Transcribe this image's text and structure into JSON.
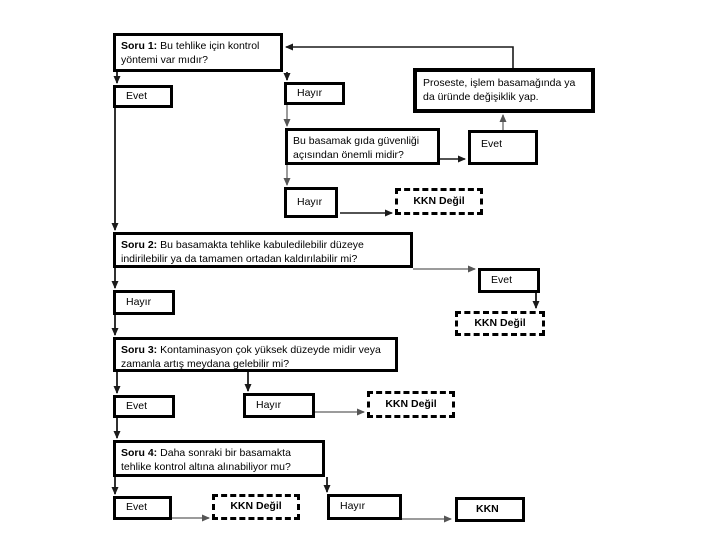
{
  "flowchart": {
    "q1": {
      "label": "Soru 1:",
      "text": "Bu tehlike için kontrol yöntemi var mıdır?"
    },
    "q2": {
      "label": "Soru 2:",
      "text": "Bu basamakta tehlike kabuledilebilir düzeye indirilebilir ya da tamamen ortadan kaldırılabilir mi?"
    },
    "q3": {
      "label": "Soru 3:",
      "text": "Kontaminasyon çok yüksek düzeyde midir veya zamanla artış meydana gelebilir mi?"
    },
    "q4": {
      "label": "Soru 4:",
      "text": "Daha sonraki bir basamakta tehlike kontrol altına alınabiliyor mu?"
    },
    "action_box": "Proseste, işlem basamağında ya da üründe değişiklik yap.",
    "importance_question": "Bu basamak gıda güvenliği açısından önemli midir?",
    "answer_yes": "Evet",
    "answer_no": "Hayır",
    "outcome_not_ccp": "KKN Değil",
    "outcome_ccp": "KKN",
    "colors": {
      "line_black": "#1a1a1a",
      "line_gray": "#7a7a7a",
      "box_border": "#000000",
      "background": "#ffffff"
    }
  }
}
